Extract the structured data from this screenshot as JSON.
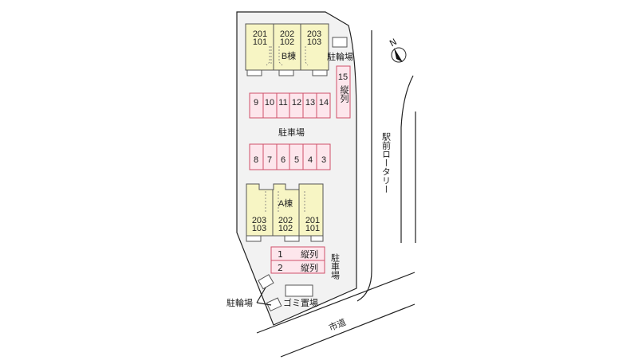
{
  "building_b": {
    "label": "B棟",
    "units": [
      [
        "201",
        "101"
      ],
      [
        "202",
        "102"
      ],
      [
        "203",
        "103"
      ]
    ]
  },
  "building_a": {
    "label": "A棟",
    "units": [
      [
        "203",
        "103"
      ],
      [
        "202",
        "102"
      ],
      [
        "201",
        "101"
      ]
    ]
  },
  "parking_upper_row": [
    "9",
    "10",
    "11",
    "12",
    "13",
    "14"
  ],
  "parking_lower_row": [
    "8",
    "7",
    "6",
    "5",
    "4",
    "3"
  ],
  "parking_15": {
    "number": "15",
    "note": "縦列"
  },
  "parking_front": [
    {
      "number": "1",
      "note": "縦列"
    },
    {
      "number": "2",
      "note": "縦列"
    }
  ],
  "labels": {
    "parking_lot": "駐車場",
    "parking_side": "駐車場",
    "bicycle_top": "駐輪場",
    "bicycle_bottom": "駐輪場",
    "garbage": "ゴミ置場",
    "station_rotary": "駅前ロータリー",
    "city_road": "市道",
    "north": "N"
  },
  "colors": {
    "building": "#f7f5c4",
    "parking": "#fde6ec",
    "parking_border": "#d0506a",
    "lot": "#f2f2f2"
  }
}
